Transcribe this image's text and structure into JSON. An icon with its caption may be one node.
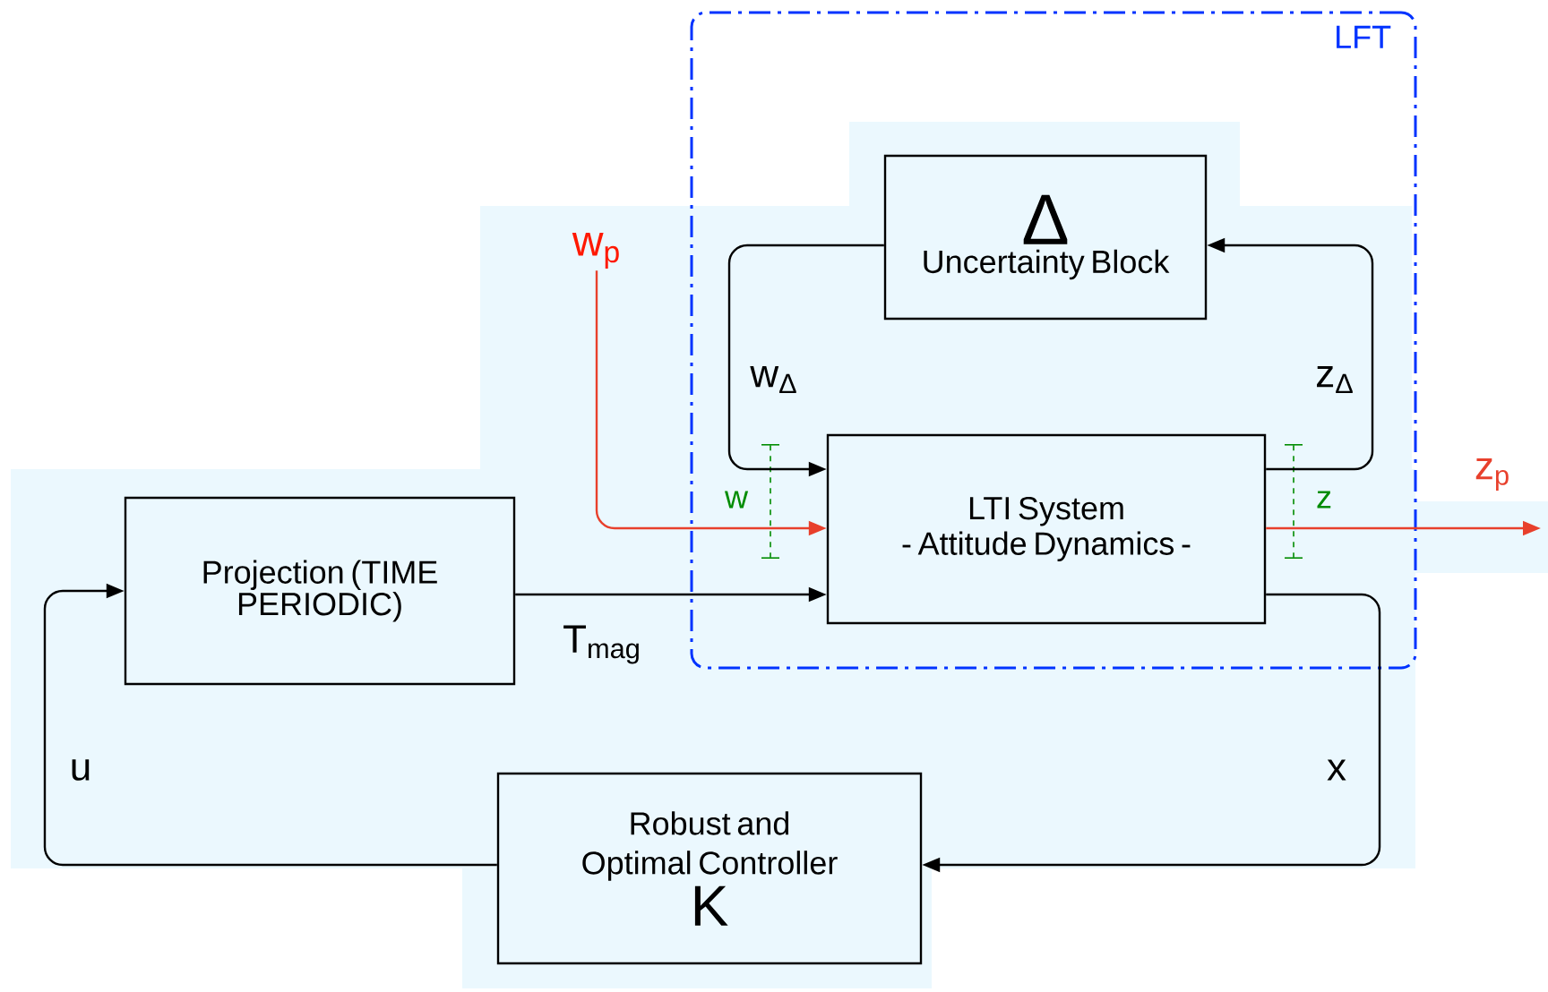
{
  "diagram": {
    "nodes": [
      {
        "text": [
          "LFT"
        ]
      },
      {
        "text": [
          "Δ",
          "Uncertainty Block"
        ],
        "in": 0
      },
      {
        "text": [
          "LTI System",
          "- Attitude Dynamics -"
        ],
        "in": 0
      },
      {
        "text": [
          "Projection (TIME PERIODIC)"
        ]
      },
      {
        "text": [
          "w$_{p}$"
        ]
      },
      {
        "text": [
          "Robust and Optimal Controller",
          "K"
        ]
      }
    ],
    "edges": [
      {
        "from": 1,
        "to": 2,
        "arrow": "to",
        "label": "w$_{Δ}$"
      },
      {
        "from": 2,
        "to": 1,
        "arrow": "to",
        "label": "z$_{Δ}$"
      },
      {
        "from": 4,
        "to": 2,
        "arrow": "to",
        "color": "#e8402c"
      },
      {
        "from": 2,
        "to": null,
        "arrow": "to",
        "label": "z$_{p}$",
        "color": "#e8402c"
      },
      {
        "from": 3,
        "to": 2,
        "arrow": "to",
        "label": "T$_{mag}$"
      },
      {
        "from": 2,
        "to": 5,
        "arrow": "to",
        "label": "x"
      },
      {
        "from": 5,
        "to": 3,
        "arrow": "to",
        "label": "u"
      }
    ],
    "labels": [
      "w",
      "z"
    ]
  }
}
